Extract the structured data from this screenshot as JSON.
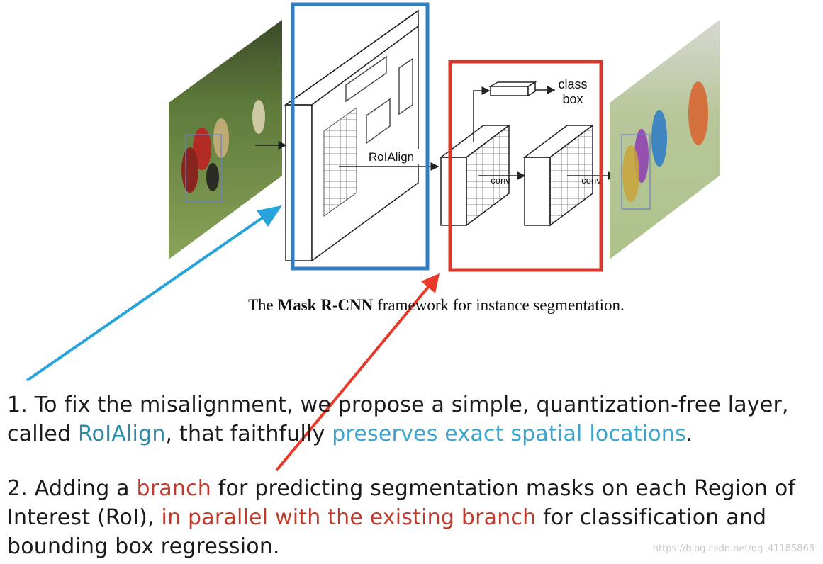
{
  "diagram": {
    "roi_label": "RoIAlign",
    "head_labels": {
      "class": "class",
      "box": "box"
    },
    "conv1": "conv",
    "conv2": "conv",
    "colors": {
      "blue_box": "#2f7fc1",
      "red_box": "#d33a2c",
      "blue_arrow": "#29a3dc",
      "red_arrow": "#e8392a"
    }
  },
  "caption": {
    "prefix": "The ",
    "bold": "Mask R-CNN",
    "suffix": " framework for instance segmentation."
  },
  "point1": {
    "a": "1. To fix the misalignment, we propose a simple, quantization-free layer, called ",
    "b": "RoIAlign",
    "c": ", that faithfully ",
    "d": "preserves exact spatial locations",
    "e": "."
  },
  "point2": {
    "a": "2. Adding a ",
    "b": "branch",
    "c": " for predicting segmentation masks on each Region of Interest (RoI), ",
    "d": "in parallel with the existing branch",
    "e": " for classification and bounding box regression."
  },
  "watermark": "https://blog.csdn.net/qq_41185868"
}
